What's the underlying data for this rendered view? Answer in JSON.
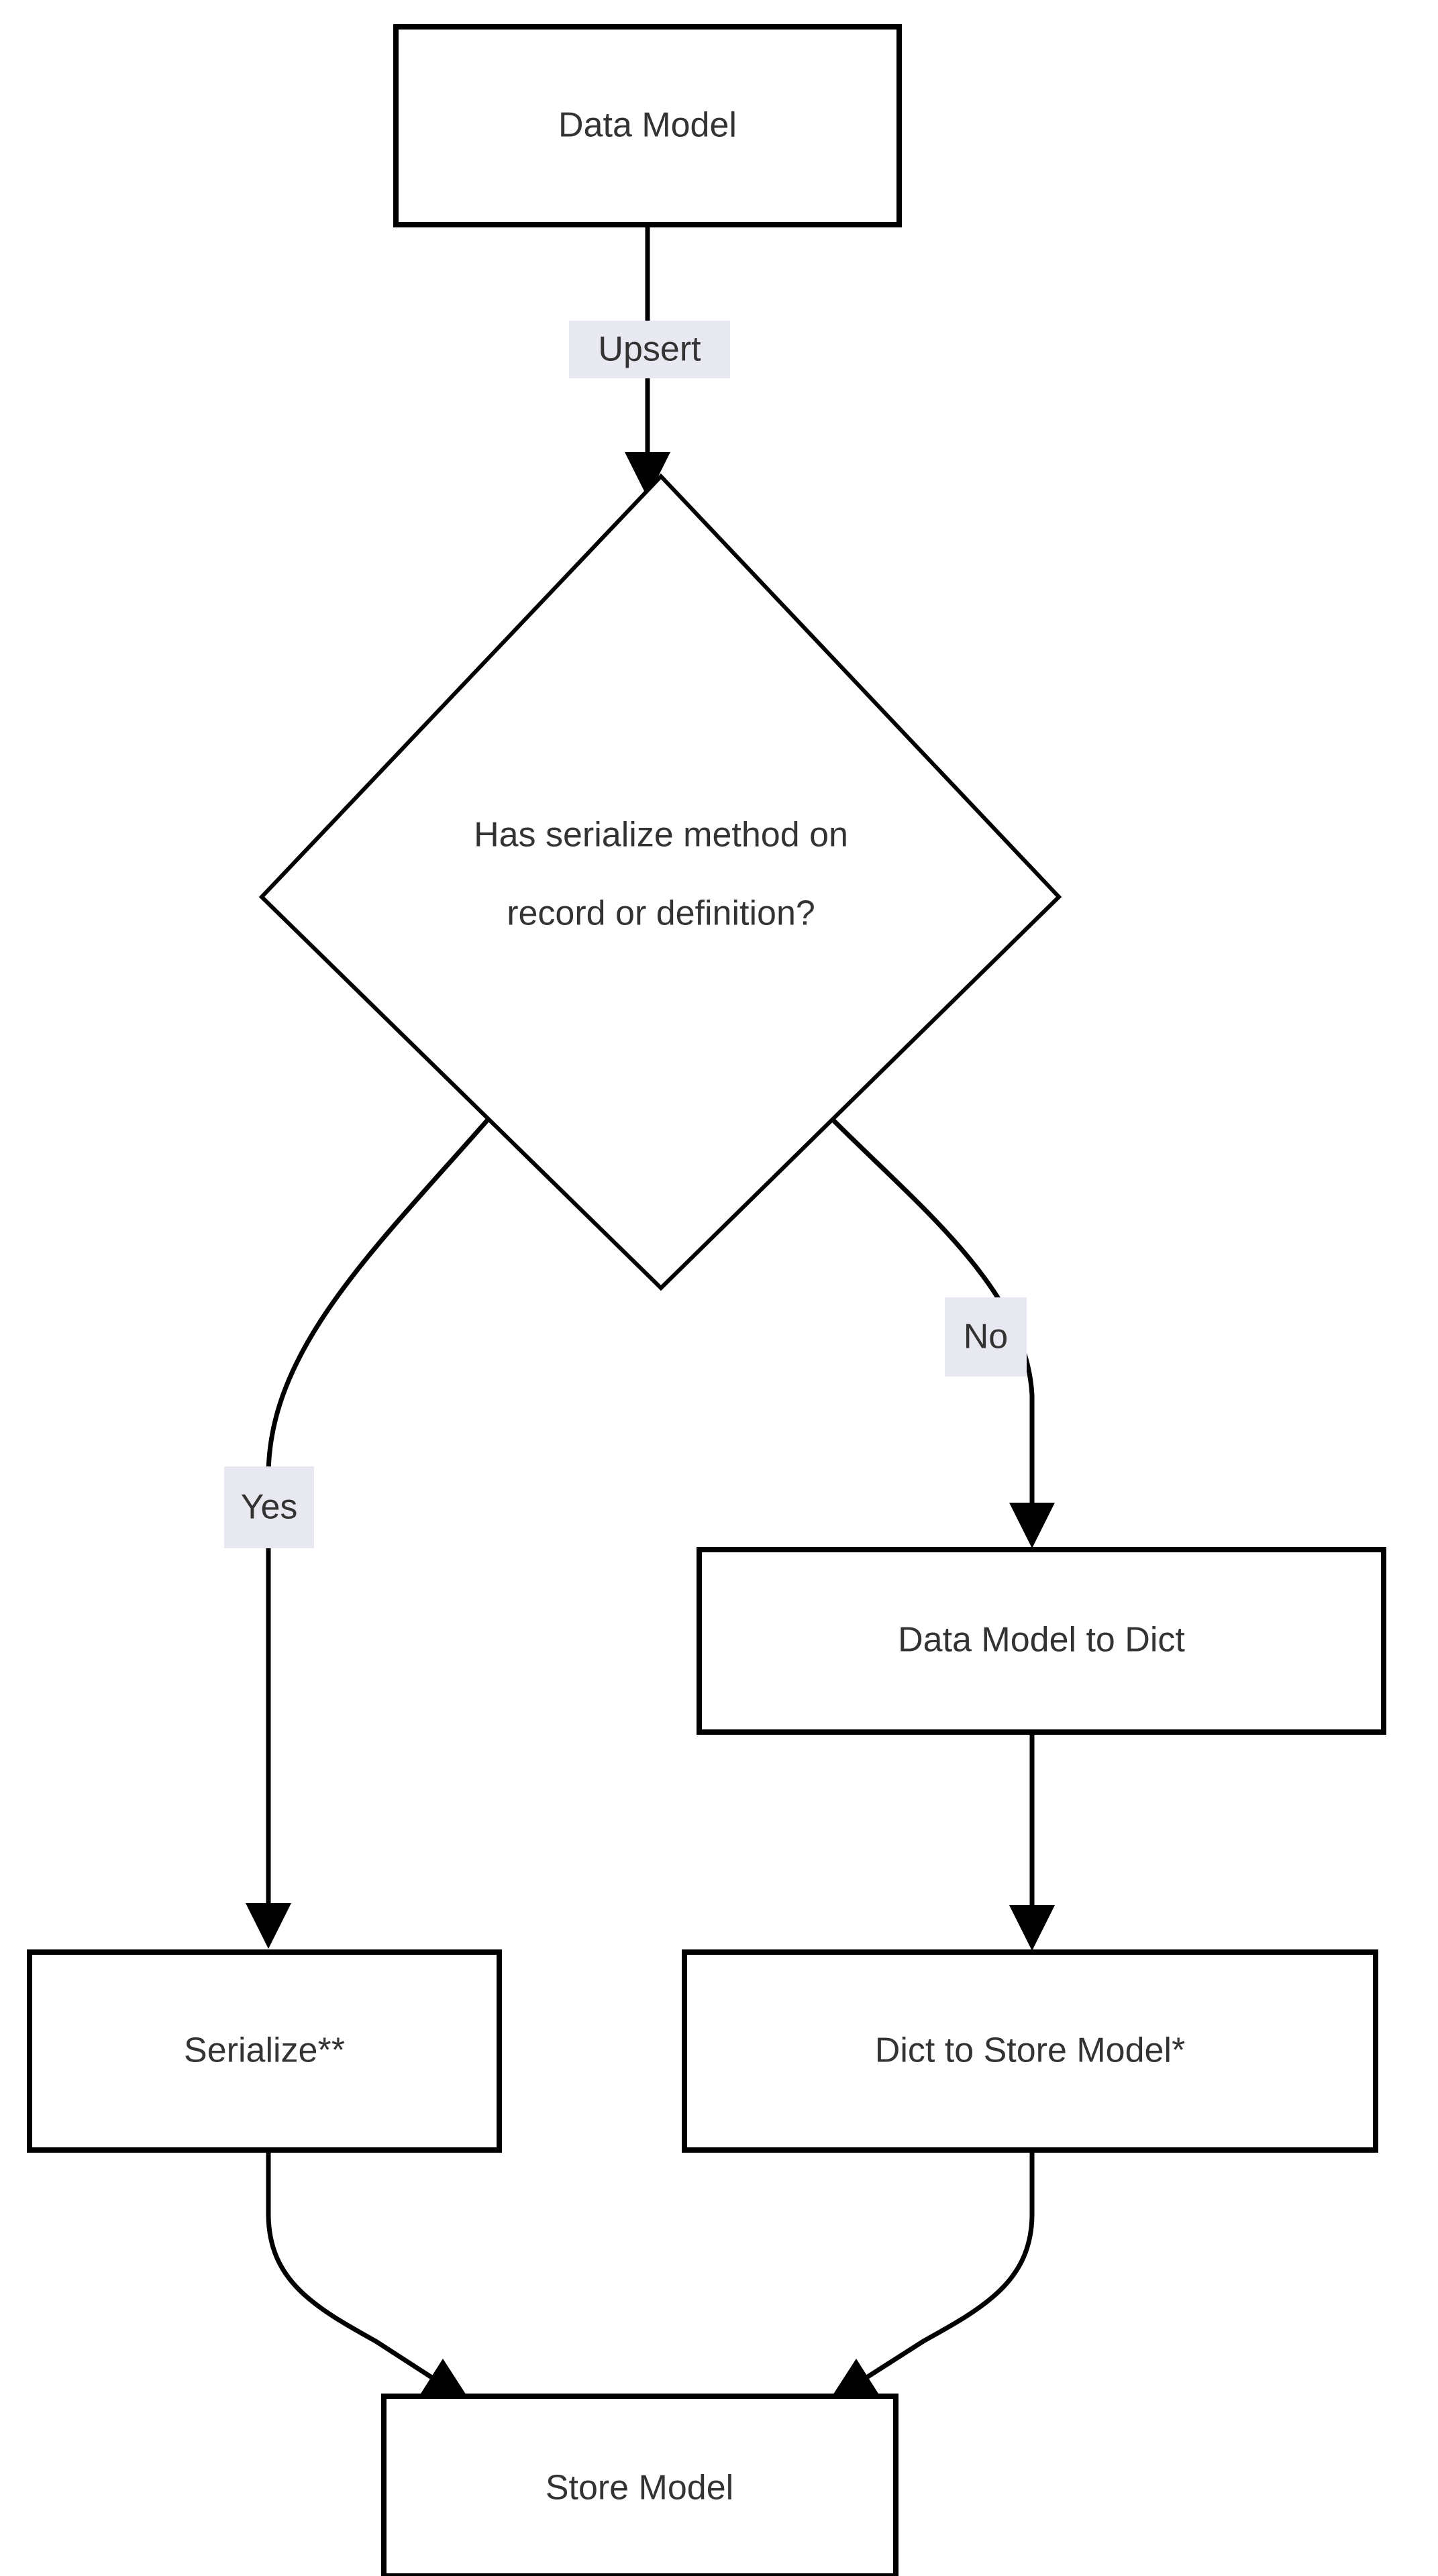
{
  "diagram": {
    "type": "flowchart",
    "orientation": "top-to-bottom",
    "background_color": "#ffffff",
    "node_fill": "#ffffff",
    "node_stroke": "#000000",
    "text_color": "#333333",
    "edge_label_background": "#e8e8f0",
    "nodes": [
      {
        "id": "data-model",
        "shape": "rect",
        "label": "Data Model"
      },
      {
        "id": "has-serialize",
        "shape": "diamond",
        "label_line1": "Has serialize method on",
        "label_line2": "record or definition?"
      },
      {
        "id": "data-model-to-dict",
        "shape": "rect",
        "label": "Data Model to Dict"
      },
      {
        "id": "serialize",
        "shape": "rect",
        "label": "Serialize**"
      },
      {
        "id": "dict-to-store-model",
        "shape": "rect",
        "label": "Dict to Store Model*"
      },
      {
        "id": "store-model",
        "shape": "rect",
        "label": "Store Model"
      }
    ],
    "edges": [
      {
        "id": "edge-upsert",
        "from": "data-model",
        "to": "has-serialize",
        "label": "Upsert"
      },
      {
        "id": "edge-yes",
        "from": "has-serialize",
        "to": "serialize",
        "label": "Yes"
      },
      {
        "id": "edge-no",
        "from": "has-serialize",
        "to": "data-model-to-dict",
        "label": "No"
      },
      {
        "id": "edge-dict-to-store",
        "from": "data-model-to-dict",
        "to": "dict-to-store-model",
        "label": ""
      },
      {
        "id": "edge-serialize-store",
        "from": "serialize",
        "to": "store-model",
        "label": ""
      },
      {
        "id": "edge-storemodel-in",
        "from": "dict-to-store-model",
        "to": "store-model",
        "label": ""
      }
    ]
  }
}
